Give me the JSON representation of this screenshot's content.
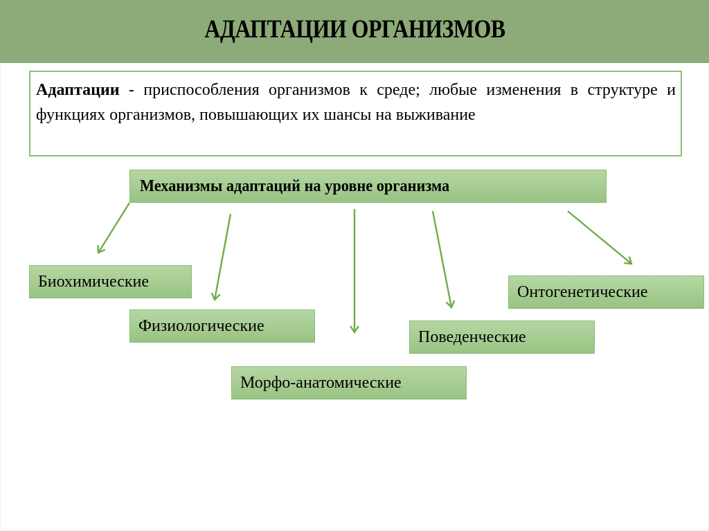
{
  "slide": {
    "title": "АДАПТАЦИИ ОРГАНИЗМОВ",
    "definition": {
      "term": "Адаптации",
      "text": " - приспособления организмов к среде; любые изменения в структуре и функциях организмов, повышающих их шансы на выживание"
    },
    "diagram": {
      "root": "Механизмы адаптаций на уровне организма",
      "children": [
        {
          "label": "Биохимические"
        },
        {
          "label": "Физиологические"
        },
        {
          "label": "Морфо-анатомические"
        },
        {
          "label": "Поведенческие"
        },
        {
          "label": "Онтогенетические"
        }
      ]
    }
  },
  "colors": {
    "header": "#8dab78",
    "box_fill_top": "#b5d7a3",
    "box_fill_bottom": "#98c383",
    "box_border": "#8cbb76",
    "definition_border": "#8cc172",
    "arrow": "#70ad47"
  }
}
